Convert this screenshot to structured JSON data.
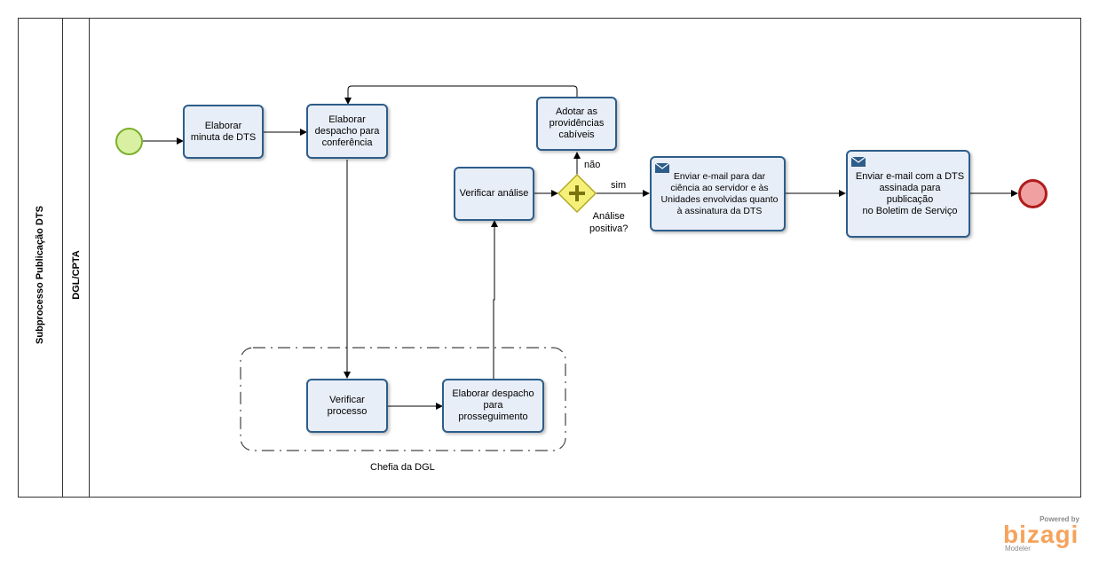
{
  "pool": {
    "title": "Subprocesso Publicação DTS"
  },
  "lane": {
    "title": "DGL/CPTA"
  },
  "group": {
    "label": "Chefia da DGL"
  },
  "tasks": {
    "elaborar_minuta": "Elaborar\nminuta de DTS",
    "elaborar_despacho_conferencia": "Elaborar\ndespacho para\nconferência",
    "verificar_processo": "Verificar\nprocesso",
    "elaborar_despacho_prosseguimento": "Elaborar despacho\npara\nprosseguimento",
    "verificar_analise": "Verificar análise",
    "adotar_providencias": "Adotar as\nprovidências\ncabíveis",
    "enviar_email_ciencia": "Enviar e-mail para dar\nciência ao servidor e às\nUnidades envolvidas quanto\nà assinatura da DTS",
    "enviar_email_boletim": "Enviar e-mail com a DTS\nassinada para publicação\nno Boletim de Serviço"
  },
  "gateway": {
    "label": "Análise\npositiva?",
    "yes_label": "sim",
    "no_label": "não"
  },
  "branding": {
    "powered_by": "Powered by",
    "brand": "bizagi",
    "product": "Modeler"
  },
  "colors": {
    "task_fill": "#e8eef7",
    "task_border": "#2d5d8a",
    "start_fill": "#d9f0a3",
    "start_border": "#7ab02c",
    "end_fill": "#f0a0a0",
    "end_border": "#b01c1c",
    "gateway_fill": "#f5f07a",
    "gateway_border": "#b0a820",
    "brand": "#f5a35c"
  }
}
